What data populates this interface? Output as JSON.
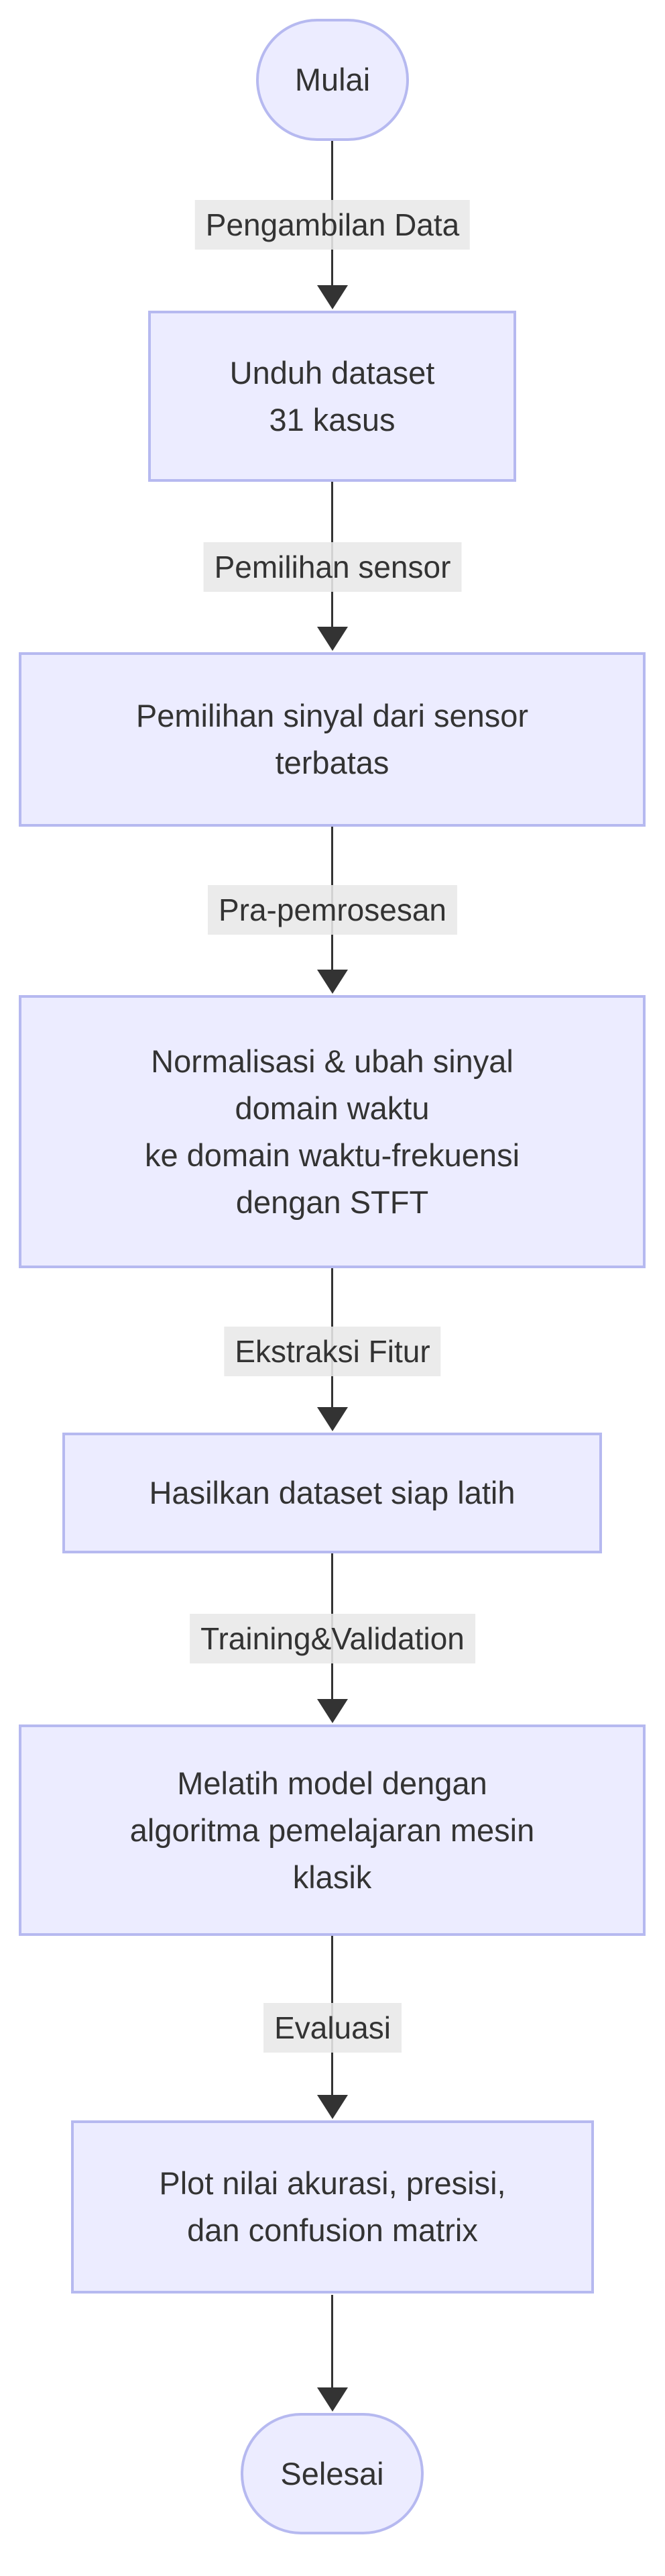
{
  "colors": {
    "background": "#FFFFFF",
    "node_fill": "#ECECFF",
    "node_border": "#B6B9F0",
    "edge": "#333333",
    "edge_label_bg": "#E8E8E8",
    "text": "#333333"
  },
  "nodes": [
    {
      "id": "start",
      "shape": "stadium",
      "lines": [
        "Mulai"
      ]
    },
    {
      "id": "download",
      "shape": "rect",
      "lines": [
        "Unduh dataset",
        "31 kasus"
      ]
    },
    {
      "id": "sensor-selection",
      "shape": "rect",
      "lines": [
        "Pemilihan sinyal dari sensor",
        "terbatas"
      ]
    },
    {
      "id": "preprocessing",
      "shape": "rect",
      "lines": [
        "Normalisasi & ubah sinyal",
        "domain waktu",
        "ke domain waktu-frekuensi",
        "dengan STFT"
      ]
    },
    {
      "id": "dataset-ready",
      "shape": "rect",
      "lines": [
        "Hasilkan dataset siap latih"
      ]
    },
    {
      "id": "training",
      "shape": "rect",
      "lines": [
        "Melatih model dengan",
        "algoritma pemelajaran mesin",
        "klasik"
      ]
    },
    {
      "id": "evaluation-plot",
      "shape": "rect",
      "lines": [
        "Plot nilai akurasi, presisi,",
        "dan confusion matrix"
      ]
    },
    {
      "id": "end",
      "shape": "stadium",
      "lines": [
        "Selesai"
      ]
    }
  ],
  "edges": [
    {
      "from": "start",
      "to": "download",
      "label": "Pengambilan Data"
    },
    {
      "from": "download",
      "to": "sensor-selection",
      "label": "Pemilihan sensor"
    },
    {
      "from": "sensor-selection",
      "to": "preprocessing",
      "label": "Pra-pemrosesan"
    },
    {
      "from": "preprocessing",
      "to": "dataset-ready",
      "label": "Ekstraksi Fitur"
    },
    {
      "from": "dataset-ready",
      "to": "training",
      "label": "Training&Validation"
    },
    {
      "from": "training",
      "to": "evaluation-plot",
      "label": "Evaluasi"
    },
    {
      "from": "evaluation-plot",
      "to": "end",
      "label": ""
    }
  ]
}
